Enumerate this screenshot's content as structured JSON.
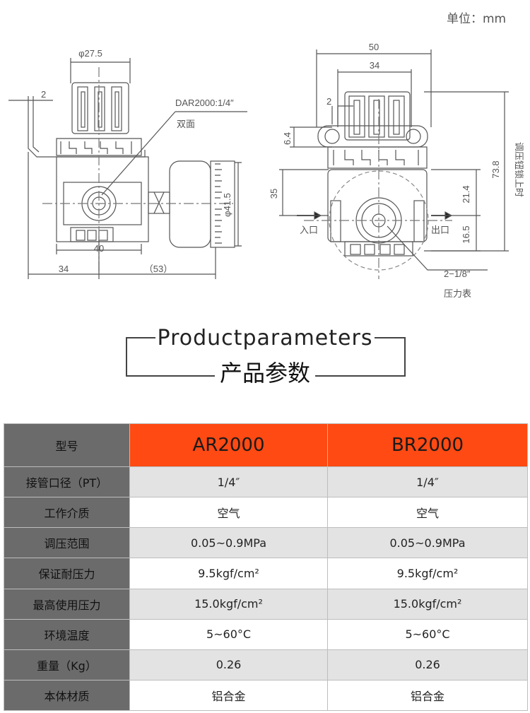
{
  "unit_label": "单位：mm",
  "drawing_left": {
    "dim_phi": "φ27.5",
    "dim_2": "2",
    "model_callout": "DAR2000:1/4″",
    "callout_sub": "双面",
    "dim_phi41": "φ41.5",
    "dim_40": "40",
    "dim_34": "34",
    "dim_53": "（53）"
  },
  "drawing_right": {
    "dim_50": "50",
    "dim_34": "34",
    "dim_2": "2",
    "dim_64": "6.4",
    "dim_35": "35",
    "dim_214": "21.4",
    "dim_165": "16.5",
    "dim_738": "73.8",
    "vertical_note": "调压钮锁上时",
    "inlet": "入口",
    "outlet": "出口",
    "port": "2−1/8″",
    "gauge": "压力表"
  },
  "section_title": {
    "en": "Productparameters",
    "cn": "产品参数"
  },
  "table": {
    "header_label": "型号",
    "models": [
      "AR2000",
      "BR2000"
    ],
    "rows": [
      {
        "label": "接管口径（PT）",
        "values": [
          "1/4″",
          "1/4″"
        ]
      },
      {
        "label": "工作介质",
        "values": [
          "空气",
          "空气"
        ]
      },
      {
        "label": "调压范围",
        "values": [
          "0.05~0.9MPa",
          "0.05~0.9MPa"
        ]
      },
      {
        "label": "保证耐压力",
        "values": [
          "9.5kgf/cm²",
          "9.5kgf/cm²"
        ]
      },
      {
        "label": "最高使用压力",
        "values": [
          "15.0kgf/cm²",
          "15.0kgf/cm²"
        ]
      },
      {
        "label": "环境温度",
        "values": [
          "5~60°C",
          "5~60°C"
        ]
      },
      {
        "label": "重量（Kg）",
        "values": [
          "0.26",
          "0.26"
        ]
      },
      {
        "label": "本体材质",
        "values": [
          "铝合金",
          "铝合金"
        ]
      }
    ]
  },
  "colors": {
    "model_header": "#ff4a13",
    "label_cell": "#6b6b6b",
    "alt_row": "#e3e3e3"
  }
}
